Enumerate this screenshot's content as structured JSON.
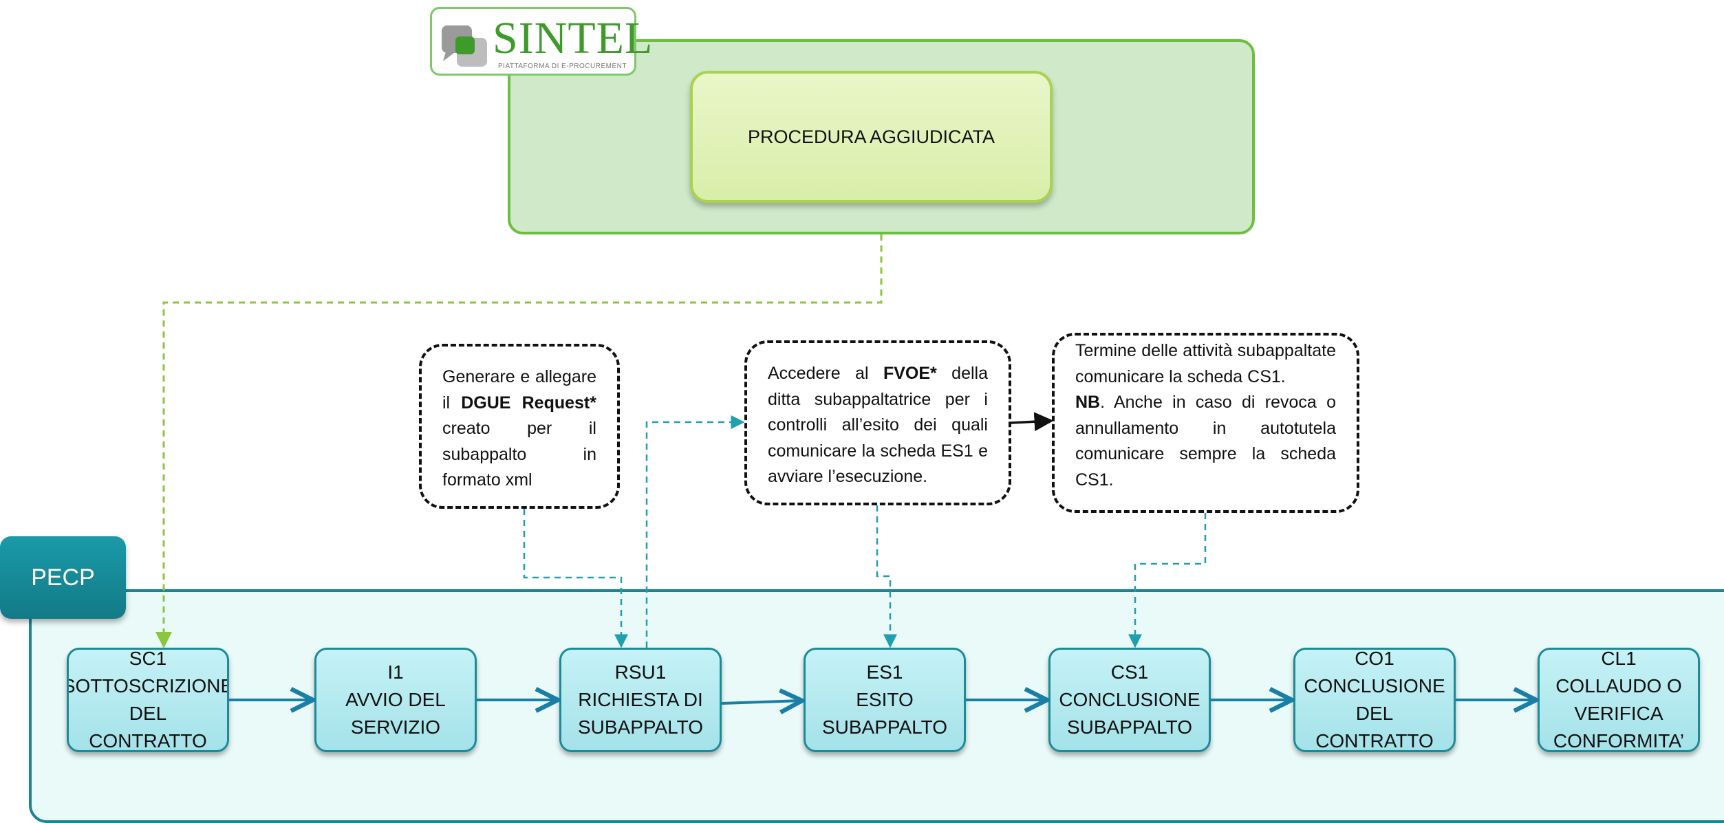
{
  "sintel": {
    "logo_text": "SINTEL",
    "logo_subtitle": "PIATTAFORMA DI E-PROCUREMENT",
    "procedure_label": "PROCEDURA AGGIUDICATA"
  },
  "pecp": {
    "label": "PECP",
    "steps": [
      {
        "code": "SC1",
        "line1": "SOTTOSCRIZIONE",
        "line2": "DEL CONTRATTO",
        "line3": ""
      },
      {
        "code": "I1",
        "line1": "AVVIO DEL",
        "line2": "SERVIZIO",
        "line3": ""
      },
      {
        "code": "RSU1",
        "line1": "RICHIESTA DI",
        "line2": "SUBAPPALTO",
        "line3": ""
      },
      {
        "code": "ES1",
        "line1": "ESITO",
        "line2": "SUBAPPALTO",
        "line3": ""
      },
      {
        "code": "CS1",
        "line1": "CONCLUSIONE",
        "line2": "SUBAPPALTO",
        "line3": ""
      },
      {
        "code": "CO1",
        "line1": "CONCLUSIONE",
        "line2": "DEL",
        "line3": "CONTRATTO"
      },
      {
        "code": "CL1",
        "line1": "COLLAUDO O",
        "line2": "VERIFICA",
        "line3": "CONFORMITA’"
      }
    ]
  },
  "notes": {
    "dgue": {
      "text_a": "Generare e allegare il ",
      "bold": "DGUE Request*",
      "text_b": " creato per il subappalto in formato xml"
    },
    "fvoe": {
      "text_a": "Accedere al ",
      "bold": "FVOE*",
      "text_b": " della ditta subappaltatrice per i controlli all’esito dei quali comunicare la scheda ES1 e avviare l’esecuzione."
    },
    "termine": {
      "text_a": "Termine delle attività subappaltate comunicare la scheda CS1.",
      "bold": "NB",
      "text_b": ". Anche in caso di revoca o annullamento in autotutela comunicare sempre la scheda CS1."
    }
  },
  "colors": {
    "sintel_green": "#6bbf3f",
    "pecp_teal": "#1b8b97",
    "arrow_blue": "#1a7fa6",
    "dashed_green": "#8cc63f",
    "dashed_teal": "#1f9fb0"
  }
}
